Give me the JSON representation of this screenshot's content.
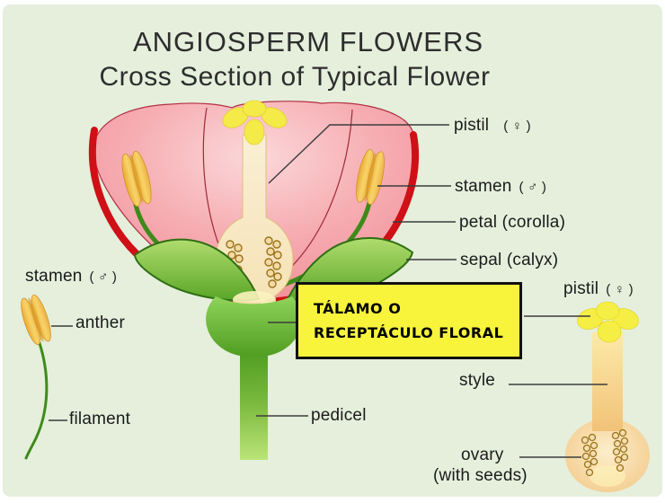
{
  "title": {
    "line1": "ANGIOSPERM FLOWERS",
    "line2": "Cross Section of Typical Flower"
  },
  "flower_labels": {
    "pistil": "pistil",
    "pistil_symbol": "( ♀ )",
    "stamen": "stamen",
    "stamen_symbol": "( ♂ )",
    "petal": "petal (corolla)",
    "sepal": "sepal (calyx)"
  },
  "stamen_detail": {
    "heading": "stamen",
    "heading_symbol": "( ♂ )",
    "anther": "anther",
    "filament": "filament"
  },
  "pistil_detail": {
    "heading": "pistil",
    "heading_symbol": "( ♀ )",
    "style": "style",
    "ovary": "ovary",
    "ovary_note": "(with seeds)"
  },
  "stem": {
    "pedicel": "pedicel"
  },
  "callout": {
    "line1": "TÁLAMO O",
    "line2": "RECEPTÁCULO FLORAL"
  },
  "colors": {
    "background": "#e5efdc",
    "page_margin": "#ffffff",
    "text": "#1b1b1b",
    "leader_line": "#3c3c3c",
    "callout_bg": "#f8f43c",
    "callout_border": "#111111",
    "petal_pink": "#f4989e",
    "petal_outline_red": "#cf1016",
    "sepal_green": "#5ca82c",
    "stem_green": "#3f8a1a",
    "anther_yellow": "#f0b84a",
    "stigma_yellow": "#f4ea48",
    "ovary_cream": "#f3dca8"
  }
}
